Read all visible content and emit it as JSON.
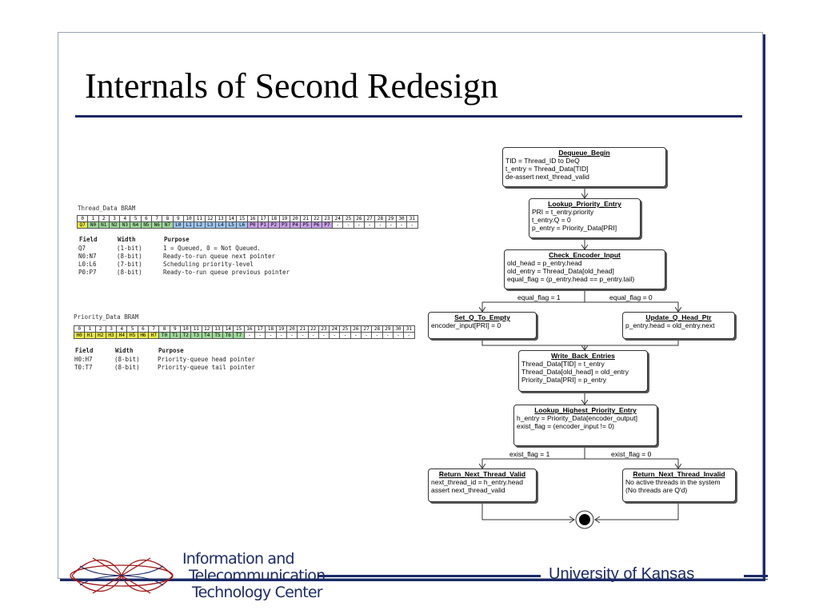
{
  "slide": {
    "title": "Internals of Second Redesign"
  },
  "thread_bram": {
    "title": "Thread_Data BRAM",
    "bits": [
      "0",
      "1",
      "2",
      "3",
      "4",
      "5",
      "6",
      "7",
      "8",
      "9",
      "10",
      "11",
      "12",
      "13",
      "14",
      "15",
      "16",
      "17",
      "18",
      "19",
      "20",
      "21",
      "22",
      "23",
      "24",
      "25",
      "26",
      "27",
      "28",
      "29",
      "30",
      "31"
    ],
    "fields": [
      "Q7",
      "N0",
      "N1",
      "N2",
      "N3",
      "N4",
      "N5",
      "N6",
      "N7",
      "L0",
      "L1",
      "L2",
      "L3",
      "L4",
      "L5",
      "L6",
      "P0",
      "P1",
      "P2",
      "P3",
      "P4",
      "P5",
      "P6",
      "P7",
      "-",
      "-",
      "-",
      "-",
      "-",
      "-",
      "-",
      "-"
    ],
    "colors": [
      "#e8e84a",
      "#9fd89a",
      "#9fd89a",
      "#9fd89a",
      "#9fd89a",
      "#9fd89a",
      "#9fd89a",
      "#9fd89a",
      "#9fd89a",
      "#9cc4ee",
      "#9cc4ee",
      "#9cc4ee",
      "#9cc4ee",
      "#9cc4ee",
      "#9cc4ee",
      "#9cc4ee",
      "#c8a0e8",
      "#c8a0e8",
      "#c8a0e8",
      "#c8a0e8",
      "#c8a0e8",
      "#c8a0e8",
      "#c8a0e8",
      "#c8a0e8",
      "#ffffff",
      "#ffffff",
      "#ffffff",
      "#ffffff",
      "#ffffff",
      "#ffffff",
      "#ffffff",
      "#ffffff"
    ],
    "headers": {
      "field": "Field",
      "width": "Width",
      "purpose": "Purpose"
    },
    "rows": [
      {
        "field": "Q7",
        "width": "(1-bit)",
        "purpose": "1 = Queued, 0 = Not Queued."
      },
      {
        "field": "N0:N7",
        "width": "(8-bit)",
        "purpose": "Ready-to-run queue next pointer"
      },
      {
        "field": "L0:L6",
        "width": "(7-bit)",
        "purpose": "Scheduling priority-level"
      },
      {
        "field": "P0:P7",
        "width": "(8-bit)",
        "purpose": "Ready-to-run queue previous pointer"
      }
    ]
  },
  "priority_bram": {
    "title": "Priority_Data BRAM",
    "bits": [
      "0",
      "1",
      "2",
      "3",
      "4",
      "5",
      "6",
      "7",
      "8",
      "9",
      "10",
      "11",
      "12",
      "13",
      "14",
      "15",
      "16",
      "17",
      "18",
      "19",
      "20",
      "21",
      "22",
      "23",
      "24",
      "25",
      "26",
      "27",
      "28",
      "29",
      "30",
      "31"
    ],
    "fields": [
      "H0",
      "H1",
      "H2",
      "H3",
      "H4",
      "H5",
      "H6",
      "H7",
      "T0",
      "T1",
      "T2",
      "T3",
      "T4",
      "T5",
      "T6",
      "T7",
      "-",
      "-",
      "-",
      "-",
      "-",
      "-",
      "-",
      "-",
      "-",
      "-",
      "-",
      "-",
      "-",
      "-",
      "-",
      "-"
    ],
    "colors": [
      "#e8e84a",
      "#e8e84a",
      "#e8e84a",
      "#e8e84a",
      "#e8e84a",
      "#e8e84a",
      "#e8e84a",
      "#e8e84a",
      "#9fd89a",
      "#9fd89a",
      "#9fd89a",
      "#9fd89a",
      "#9fd89a",
      "#9fd89a",
      "#9fd89a",
      "#9fd89a",
      "#ffffff",
      "#ffffff",
      "#ffffff",
      "#ffffff",
      "#ffffff",
      "#ffffff",
      "#ffffff",
      "#ffffff",
      "#ffffff",
      "#ffffff",
      "#ffffff",
      "#ffffff",
      "#ffffff",
      "#ffffff",
      "#ffffff",
      "#ffffff"
    ],
    "headers": {
      "field": "Field",
      "width": "Width",
      "purpose": "Purpose"
    },
    "rows": [
      {
        "field": "H0:H7",
        "width": "(8-bit)",
        "purpose": "Priority-queue head pointer"
      },
      {
        "field": "T0:T7",
        "width": "(8-bit)",
        "purpose": "Priority-queue tail pointer"
      }
    ]
  },
  "states": {
    "dequeue_begin": {
      "name": "Dequeue_Begin",
      "lines": [
        "TID = Thread_ID to DeQ",
        "t_entry = Thread_Data[TID]",
        "de-assert next_thread_valid"
      ]
    },
    "lookup_priority_entry": {
      "name": "Lookup_Priority_Entry",
      "lines": [
        "PRI = t_entry.priority",
        "t_entry.Q = 0",
        "p_entry = Priority_Data[PRI]"
      ]
    },
    "check_encoder_input": {
      "name": "Check_Encoder_Input",
      "lines": [
        "old_head = p_entry.head",
        "old_entry = Thread_Data[old_head]",
        "equal_flag = (p_entry.head == p_entry.tail)"
      ]
    },
    "set_q_to_empty": {
      "name": "Set_Q_To_Empty",
      "lines": [
        "encoder_input[PRI] = 0"
      ]
    },
    "update_q_head_ptr": {
      "name": "Update_Q_Head_Ptr",
      "lines": [
        "p_entry.head = old_entry.next"
      ]
    },
    "write_back_entries": {
      "name": "Write_Back_Entries",
      "lines": [
        "Thread_Data[TID] = t_entry",
        "Thread_Data[old_head] = old_entry",
        "Priority_Data[PRI] = p_entry"
      ]
    },
    "lookup_highest_priority_entry": {
      "name": "Lookup_Highest_Priority_Entry",
      "lines": [
        "h_entry = Priority_Data[encoder_output]",
        "exist_flag = (encoder_input != 0)"
      ]
    },
    "return_next_thread_valid": {
      "name": "Return_Next_Thread_Valid",
      "lines": [
        "next_thread_id = h_entry.head",
        "assert next_thread_valid"
      ]
    },
    "return_next_thread_invalid": {
      "name": "Return_Next_Thread_Invalid",
      "lines": [
        "No active threads in the system",
        "(No threads are Q'd)"
      ]
    }
  },
  "guards": {
    "equal_true": "equal_flag = 1",
    "equal_false": "equal_flag = 0",
    "exist_true": "exist_flag = 1",
    "exist_false": "exist_flag = 0"
  },
  "footer": {
    "logo_lines": [
      "Information and",
      "Telecommunication",
      "Technology Center"
    ],
    "university": "University of Kansas"
  },
  "colors": {
    "accent": "#1c2a66"
  }
}
